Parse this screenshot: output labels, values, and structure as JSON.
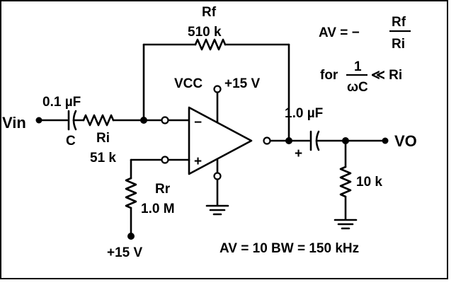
{
  "labels": {
    "rf": "Rf",
    "rf_value": "510 k",
    "cap_in_value": "0.1 µF",
    "cap_in": "C",
    "vin": "Vin",
    "ri": "Ri",
    "ri_value": "51 k",
    "vcc": "VCC",
    "vcc_value": "+15 V",
    "cap_out_value": "1.0 µF",
    "plus_mark": "+",
    "vo": "VO",
    "r_load_value": "10 k",
    "rr": "Rr",
    "rr_value": "1.0 M",
    "bias_supply": "+15 V",
    "opamp_minus": "−",
    "opamp_plus": "+"
  },
  "formula": {
    "lhs": "AV = −",
    "num": "Rf",
    "den": "Ri",
    "cond_prefix": "for",
    "cond_num": "1",
    "cond_den": "ωC",
    "cond_suffix": "≪ Ri"
  },
  "footer": "AV = 10 BW = 150 kHz"
}
